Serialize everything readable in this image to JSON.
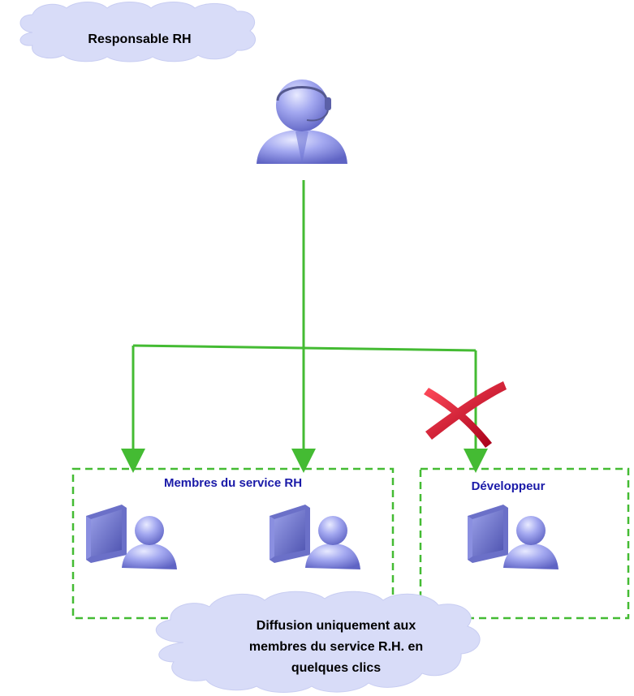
{
  "cloud_top": {
    "label": "Responsable RH"
  },
  "group_hr": {
    "title": "Membres du service RH"
  },
  "group_dev": {
    "title": "Développeur"
  },
  "cloud_bottom": {
    "line1": "Diffusion uniquement aux",
    "line2": "membres du service R.H. en",
    "line3": "quelques clics"
  },
  "colors": {
    "connector": "#44bb33",
    "cloud_fill": "#d8dcf8",
    "person": "#8f95e6",
    "cross": "#e0142c",
    "group_title": "#1a1aa8"
  },
  "icons": {
    "sender": "person-headset-icon",
    "recipient": "user-computer-icon",
    "blocked": "red-cross-icon"
  }
}
